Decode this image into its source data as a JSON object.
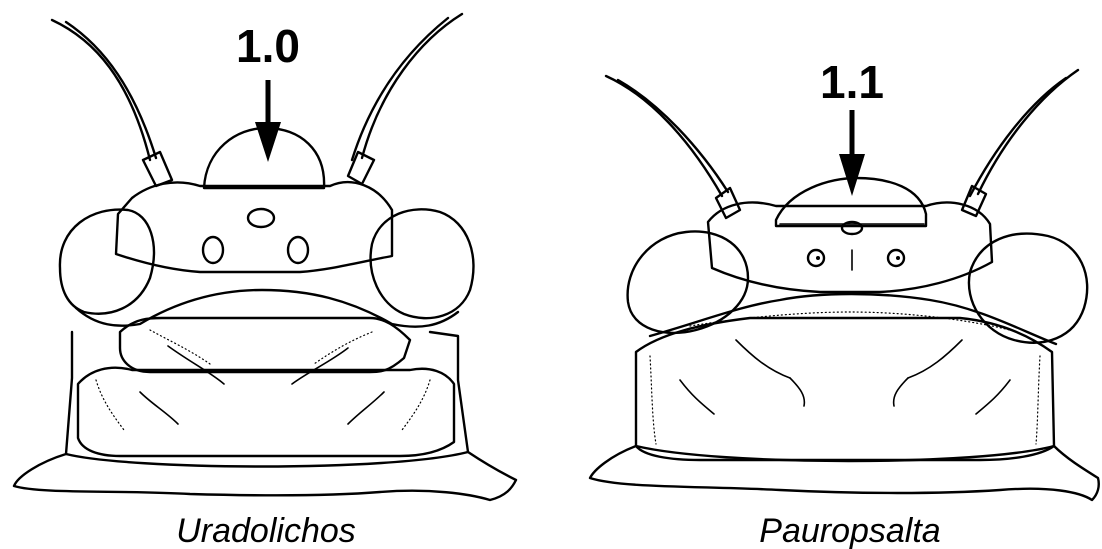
{
  "figure": {
    "left_panel": {
      "character_state": "1.0",
      "genus": "Uradolichos"
    },
    "right_panel": {
      "character_state": "1.1",
      "genus": "Pauropsalta"
    }
  },
  "colors": {
    "ink": "#000000",
    "background": "#ffffff"
  }
}
